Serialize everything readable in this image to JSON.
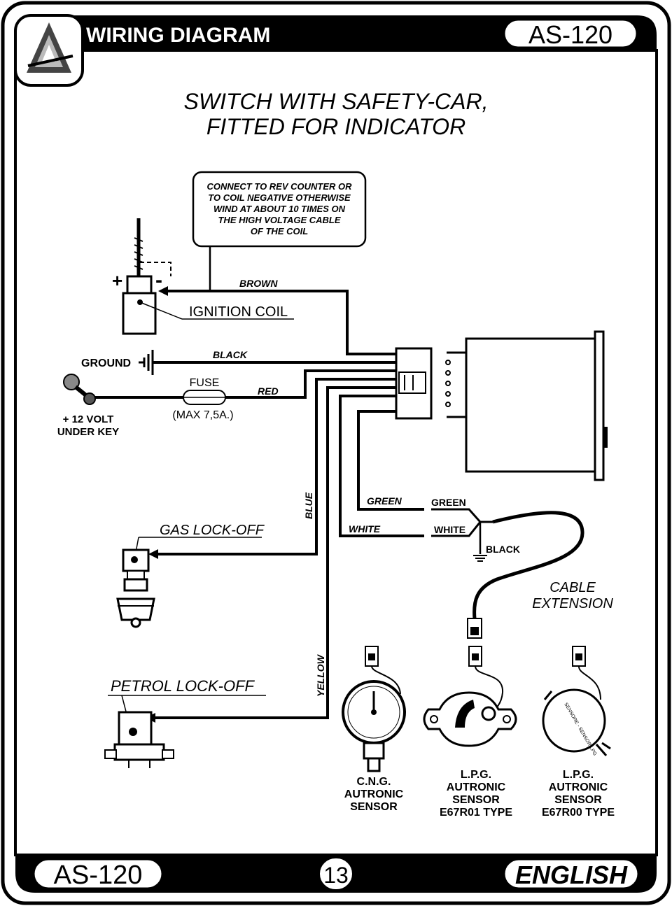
{
  "header": {
    "title": "WIRING DIAGRAM",
    "model_badge": "AS-120"
  },
  "diagram": {
    "title_line1": "SWITCH WITH SAFETY-CAR,",
    "title_line2": "FITTED FOR INDICATOR",
    "note_lines": [
      "CONNECT TO REV COUNTER OR",
      "TO COIL NEGATIVE OTHERWISE",
      "WIND AT ABOUT 10 TIMES ON",
      "THE HIGH VOLTAGE CABLE",
      "OF THE COIL"
    ],
    "coil": {
      "plus": "+",
      "minus": "-",
      "label": "IGNITION COIL"
    },
    "wires": {
      "brown": "BROWN",
      "black": "BLACK",
      "red": "RED",
      "blue": "BLUE",
      "green": "GREEN",
      "white": "WHITE",
      "yellow": "YELLOW"
    },
    "ground_label": "GROUND",
    "fuse_label": "FUSE",
    "fuse_rating": "(MAX 7,5A.)",
    "power_line1": "+ 12 VOLT",
    "power_line2": "UNDER KEY",
    "gas_lockoff": "GAS LOCK-OFF",
    "petrol_lockoff": "PETROL LOCK-OFF",
    "ext_green": "GREEN",
    "ext_white": "WHITE",
    "ext_black": "BLACK",
    "cable_ext_line1": "CABLE",
    "cable_ext_line2": "EXTENSION",
    "sensors": [
      {
        "line1": "C.N.G.",
        "line2": "AUTRONIC",
        "line3": "SENSOR",
        "line4": ""
      },
      {
        "line1": "L.P.G.",
        "line2": "AUTRONIC",
        "line3": "SENSOR",
        "line4": "E67R01 TYPE"
      },
      {
        "line1": "L.P.G.",
        "line2": "AUTRONIC",
        "line3": "SENSOR",
        "line4": "E67R00 TYPE"
      }
    ],
    "sensor_face_text": "SENSORE - SENSOR LPG"
  },
  "footer": {
    "model_badge": "AS-120",
    "page_number": "13",
    "language": "ENGLISH"
  }
}
